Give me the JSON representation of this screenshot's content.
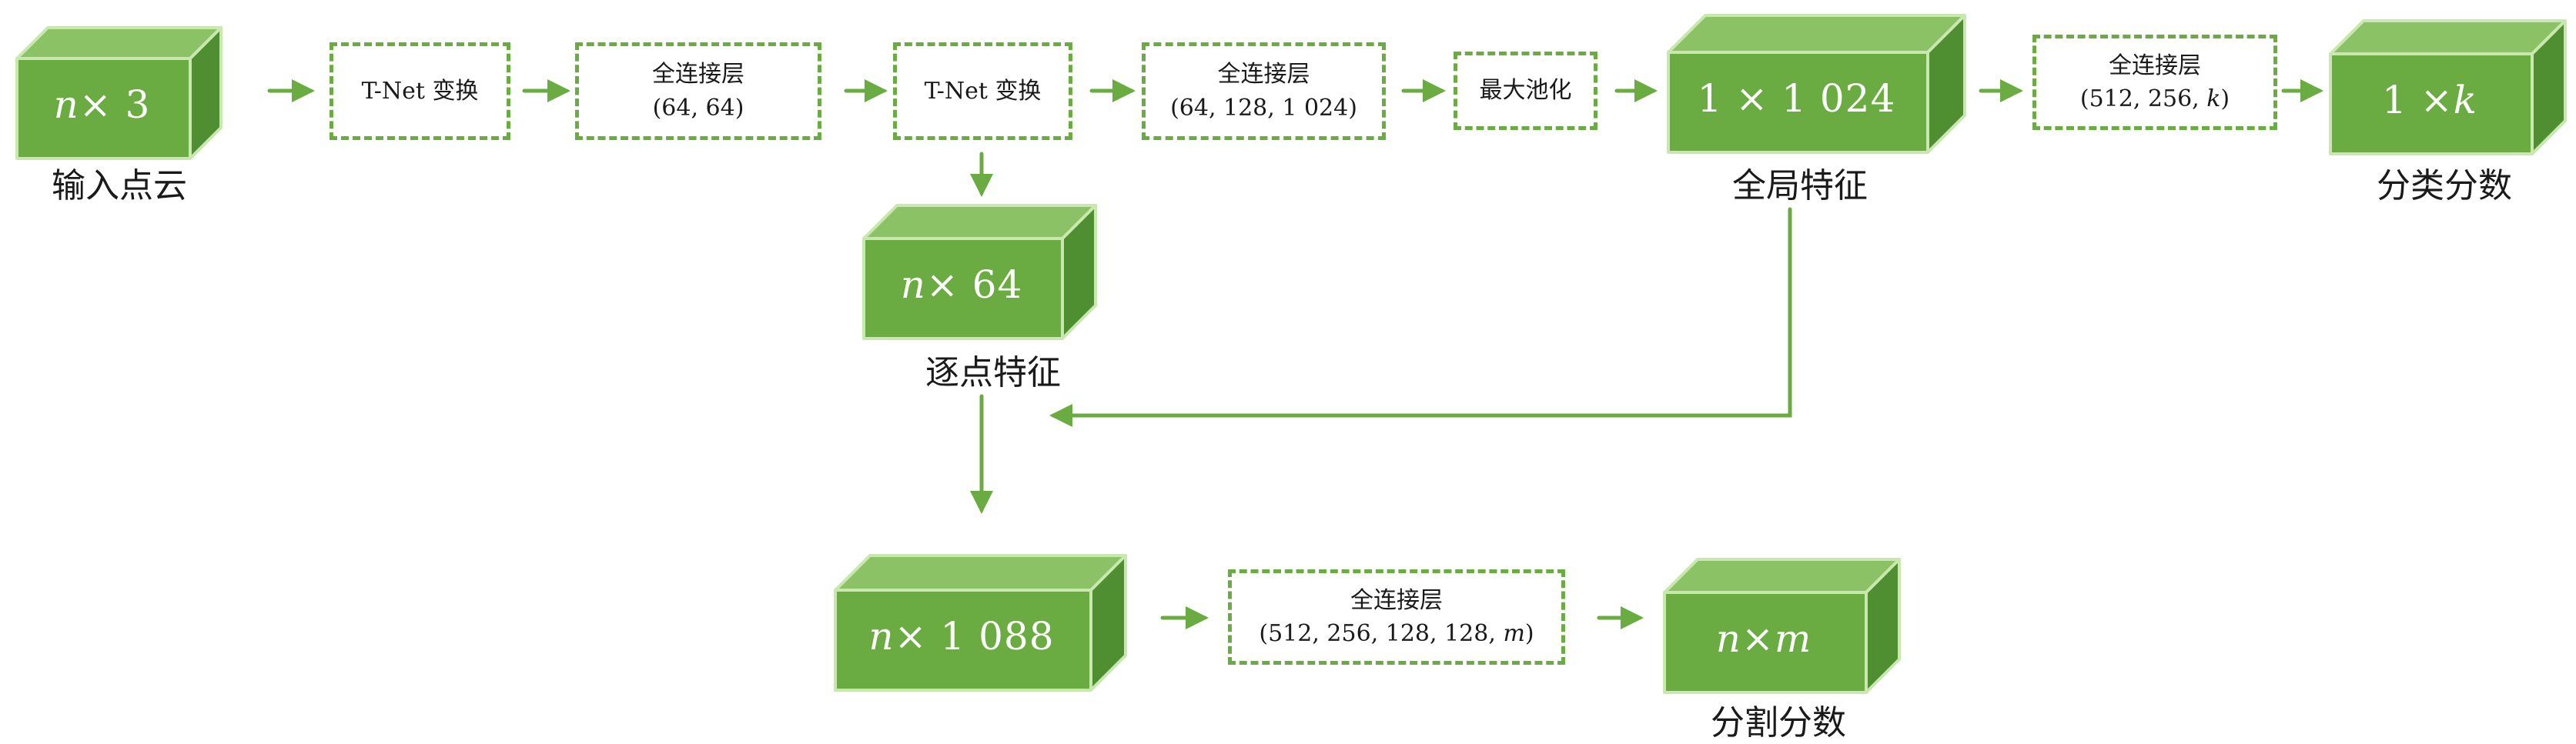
{
  "colors": {
    "accent": "#6aac42",
    "box_front": "#6aac42",
    "box_top": "#8cc266",
    "box_side": "#4f8f32",
    "glow": "#c9e8b0"
  },
  "nodes": {
    "input": {
      "label_pre": "n",
      "label_post": " × 3",
      "caption": "输入点云"
    },
    "tnet1": {
      "label": "T-Net 变换"
    },
    "fc1": {
      "line1": "全连接层",
      "line2": "(64, 64)"
    },
    "tnet2": {
      "label": "T-Net 变换"
    },
    "fc2": {
      "line1": "全连接层",
      "line2": "(64, 128, 1 024)"
    },
    "maxpool": {
      "label": "最大池化"
    },
    "global": {
      "label": "1 × 1 024",
      "caption": "全局特征"
    },
    "fc3": {
      "line1": "全连接层",
      "line2_pre": "(512, 256, ",
      "line2_var": "k",
      "line2_post": ")"
    },
    "cls": {
      "label_pre": "1 × ",
      "label_var": "k",
      "caption": "分类分数"
    },
    "pointfeat": {
      "label_pre": "n",
      "label_post": " × 64",
      "caption": "逐点特征"
    },
    "concat": {
      "label_pre": "n",
      "label_post": " × 1 088"
    },
    "fc4": {
      "line1": "全连接层",
      "line2_pre": "(512, 256, 128, 128, ",
      "line2_var": "m",
      "line2_post": ")"
    },
    "seg": {
      "label_pre": "n",
      "label_mid": " × ",
      "label_var": "m",
      "caption": "分割分数"
    }
  }
}
